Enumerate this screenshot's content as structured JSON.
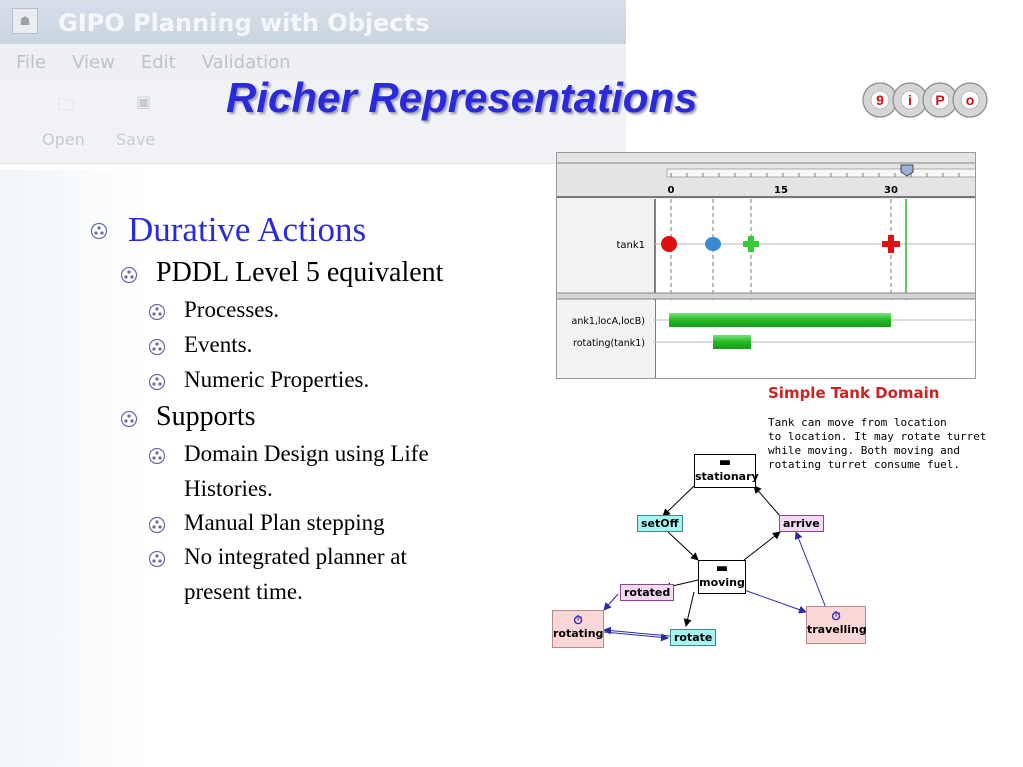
{
  "background_app": {
    "title": "GIPO Planning with Objects",
    "icon_glyph": "☗",
    "menu": [
      "File",
      "View",
      "Edit",
      "Validation"
    ],
    "toolbar_labels": [
      "Open",
      "Save"
    ]
  },
  "slide": {
    "title": "Richer Representations",
    "logo_letters": [
      "9",
      "i",
      "P",
      "o"
    ],
    "colors": {
      "title": "#2a2ad8",
      "accent_red": "#cc2222"
    }
  },
  "bullets": [
    {
      "level": 1,
      "text": "Durative Actions"
    },
    {
      "level": 2,
      "text": "PDDL Level 5 equivalent"
    },
    {
      "level": 3,
      "text": "Processes."
    },
    {
      "level": 3,
      "text": "Events."
    },
    {
      "level": 3,
      "text": "Numeric Properties."
    },
    {
      "level": 2,
      "text": "Supports"
    },
    {
      "level": 3,
      "text": "Domain Design using Life"
    },
    {
      "level": 3,
      "text": "Histories.",
      "continuation": true
    },
    {
      "level": 3,
      "text": "Manual Plan stepping"
    },
    {
      "level": 3,
      "text": "No integrated planner at"
    },
    {
      "level": 3,
      "text": "present time.",
      "continuation": true
    }
  ],
  "timeline": {
    "ticks": [
      "0",
      "15",
      "30"
    ],
    "rows": [
      "tank1",
      "ank1,locA,locB)",
      "rotating(tank1)"
    ]
  },
  "diagram": {
    "title": "Simple Tank Domain",
    "description": [
      "Tank can move from location",
      "to location. It may rotate turret",
      "while moving. Both moving and",
      "rotating turret consume fuel."
    ],
    "nodes": {
      "stationary": "stationary",
      "setOff": "setOff",
      "arrive": "arrive",
      "moving": "moving",
      "rotated": "rotated",
      "rotating": "rotating",
      "rotate": "rotate",
      "travelling": "travelling"
    }
  }
}
